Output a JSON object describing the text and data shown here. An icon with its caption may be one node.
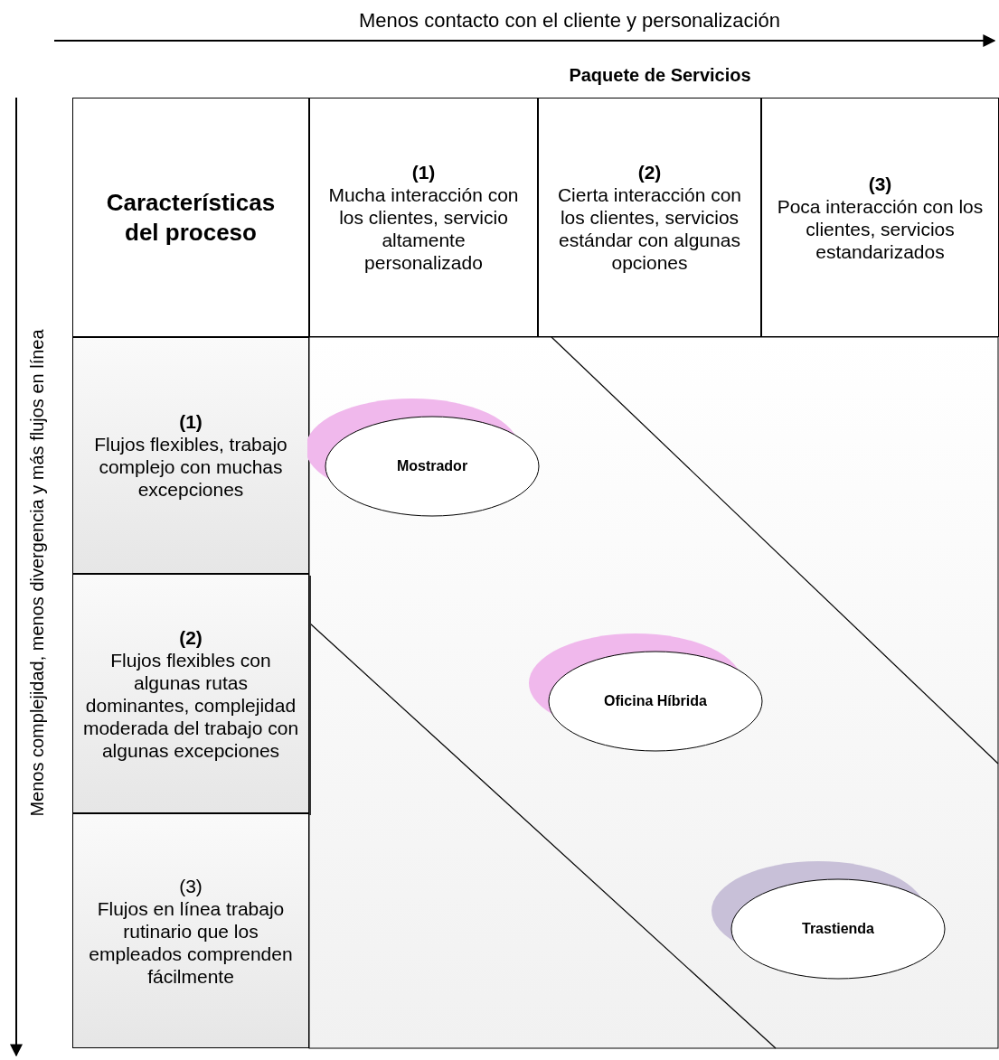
{
  "diagram": {
    "nodes": [
      {
        "text": [
          "Características del proceso"
        ]
      },
      {
        "text": [
          "(1)",
          "Mucha interacción con los clientes, servicio altamente personalizado"
        ]
      },
      {
        "text": [
          "(2)",
          "Cierta interacción con los clientes, servicios estándar con algunas opciones"
        ]
      },
      {
        "text": [
          "(3)",
          "Poca interacción con los clientes, servicios estandarizados"
        ]
      },
      {
        "text": [
          "(1)",
          "Flujos flexibles, trabajo complejo con muchas excepciones"
        ]
      },
      {
        "text": [
          "(2)",
          "Flujos flexibles con algunas rutas dominantes, complejidad moderada del trabajo con algunas excepciones"
        ]
      },
      {
        "text": [
          "(3)",
          "Flujos en línea trabajo rutinario que los empleados comprenden fácilmente"
        ]
      },
      {
        "text": [
          "Mostrador"
        ]
      },
      {
        "text": [
          "Oficina Híbrida"
        ]
      },
      {
        "text": [
          "Trastienda"
        ]
      }
    ],
    "labels": [
      "Menos contacto con el cliente y personalización",
      "Paquete de Servicios",
      "Menos complejidad, menos divergencia y más flujos en línea"
    ]
  }
}
